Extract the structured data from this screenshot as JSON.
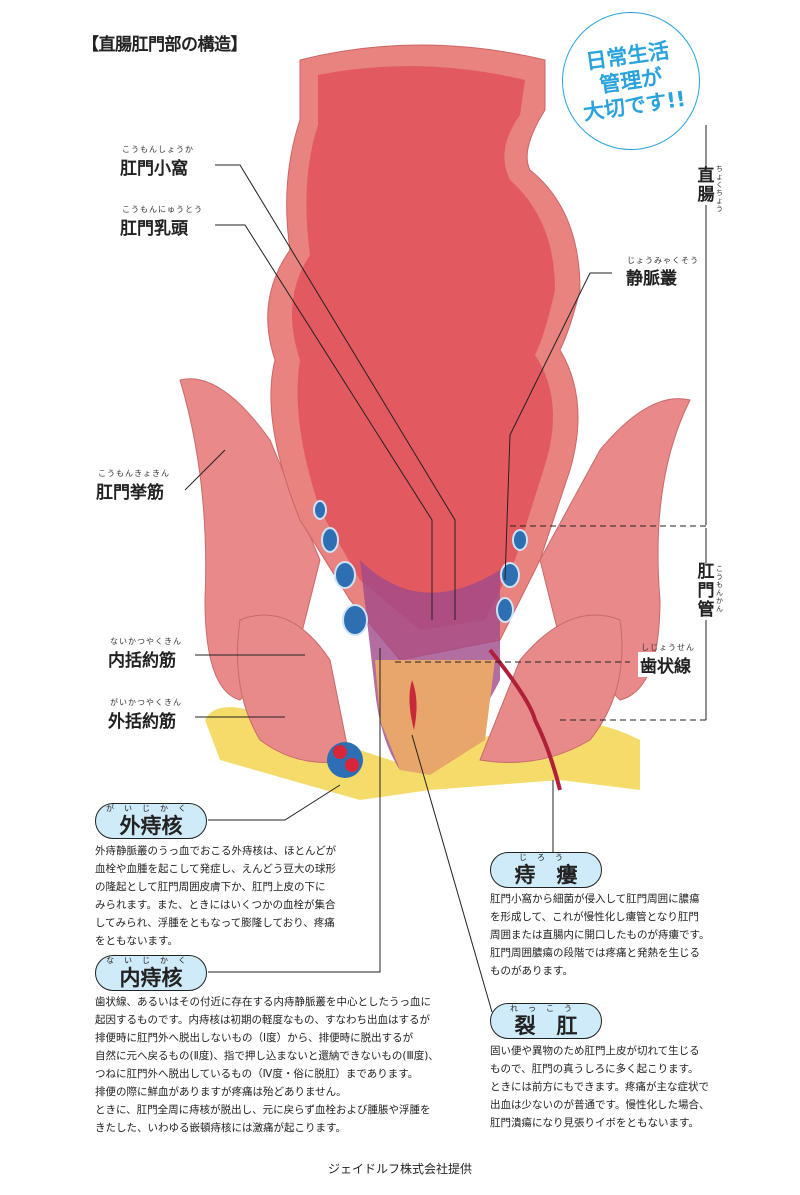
{
  "title": "【直腸肛門部の構造】",
  "badge": {
    "lines": [
      "日常生活",
      "管理が",
      "大切です!!"
    ],
    "color": "#29a3dd"
  },
  "labels": {
    "anal_crypt": {
      "text": "肛門小窩",
      "ruby": "こうもんしょうか"
    },
    "anal_papilla": {
      "text": "肛門乳頭",
      "ruby": "こうもんにゅうとう"
    },
    "venous_plexus": {
      "text": "静脈叢",
      "ruby": "じょうみゃくそう"
    },
    "levator_ani": {
      "text": "肛門挙筋",
      "ruby": "こうもんきょきん"
    },
    "internal_sphincter": {
      "text": "内括約筋",
      "ruby": "ないかつやくきん"
    },
    "external_sphincter": {
      "text": "外括約筋",
      "ruby": "がいかつやくきん"
    },
    "rectum": {
      "text": "直腸",
      "ruby": "ちょくちょう"
    },
    "anal_canal": {
      "text": "肛門管",
      "ruby": "こうもんかん"
    },
    "dentate_line": {
      "text": "歯状線",
      "ruby": "しじょうせん"
    }
  },
  "sections": {
    "external_hemorrhoid": {
      "title": "外痔核",
      "ruby": "がいじかく",
      "lines": [
        "外痔静脈叢のうっ血でおこる外痔核は、ほとんどが",
        "血栓や血腫を起こして発症し、えんどう豆大の球形",
        "の隆起として肛門周囲皮膚下か、肛門上皮の下に",
        "みられます。また、ときにはいくつかの血栓が集合",
        "してみられ、浮腫をともなって膨隆しており、疼痛",
        "をともないます。"
      ]
    },
    "internal_hemorrhoid": {
      "title": "内痔核",
      "ruby": "ないじかく",
      "lines": [
        "歯状線、あるいはその付近に存在する内痔静脈叢を中心としたうっ血に",
        "起因するものです。内痔核は初期の軽度なもの、すなわち出血はするが",
        "排便時に肛門外へ脱出しないもの（Ⅰ度）から、排便時に脱出するが",
        "自然に元へ戻るもの(Ⅱ度)、指で押し込まないと還納できないもの(Ⅲ度)、",
        "つねに肛門外へ脱出しているもの（Ⅳ度・俗に脱肛）まであります。",
        "排便の際に鮮血がありますが疼痛は殆どありません。",
        "ときに、肛門全周に痔核が脱出し、元に戻らず血栓および腫脹や浮腫を",
        "きたした、いわゆる嵌頓痔核には激痛が起こります。"
      ]
    },
    "anal_fistula": {
      "title": "痔　瘻",
      "ruby": "じろう",
      "lines": [
        "肛門小窩から細菌が侵入して肛門周囲に膿瘍",
        "を形成して、これが慢性化し瘻管となり肛門",
        "周囲または直腸内に開口したものが痔瘻です。",
        "肛門周囲膿瘍の段階では疼痛と発熱を生じる",
        "ものがあります。"
      ]
    },
    "anal_fissure": {
      "title": "裂　肛",
      "ruby": "れっこう",
      "lines": [
        "固い便や異物のため肛門上皮が切れて生じる",
        "もので、肛門の真うしろに多く起こります。",
        "ときには前方にもできます。疼痛が主な症状で",
        "出血は少ないのが普通です。慢性化した場合、",
        "肛門潰瘍になり見張りイボをともないます。"
      ]
    }
  },
  "footer": "ジェイドルフ株式会社提供"
}
